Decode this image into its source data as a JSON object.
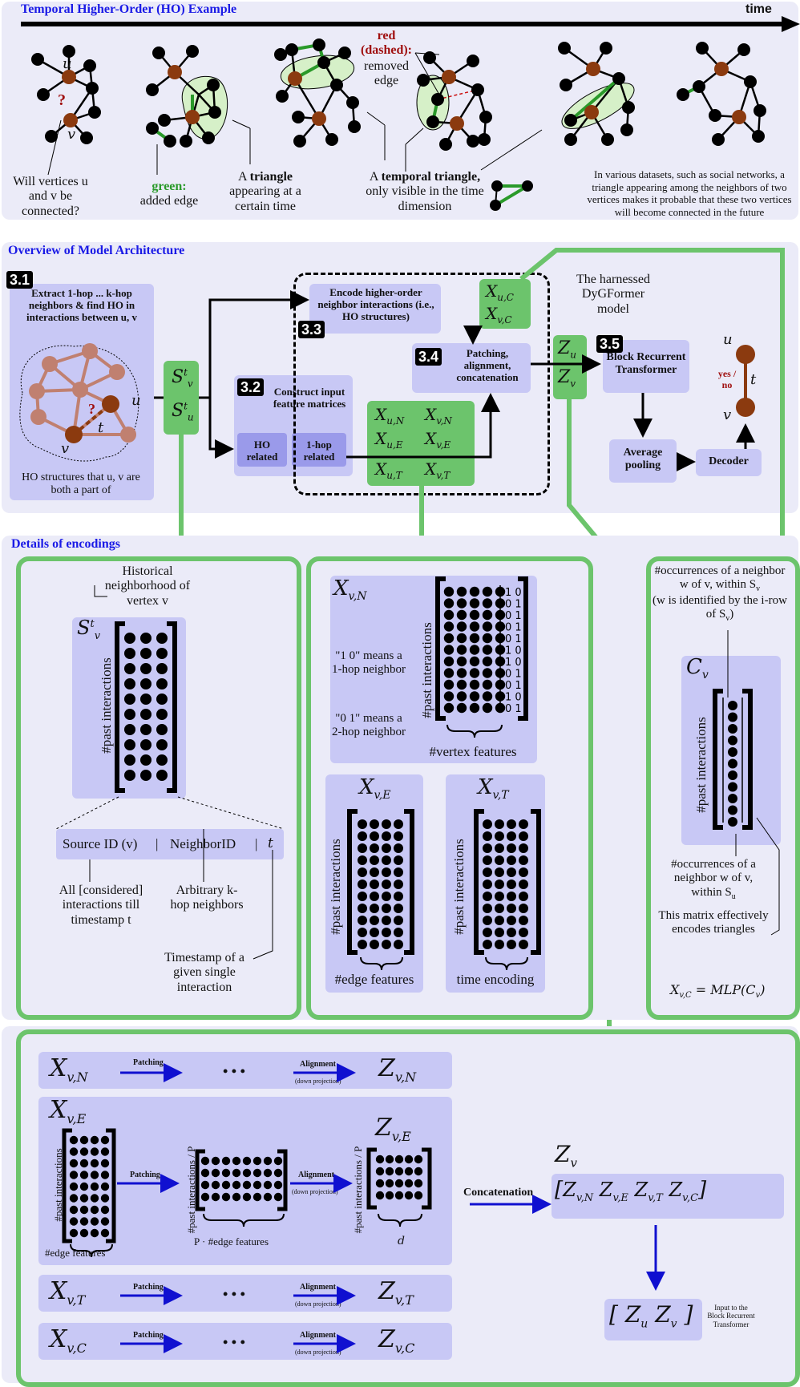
{
  "colors": {
    "panel": "#ebebf8",
    "box": "#c8c8f5",
    "green": "#6cc46c",
    "title": "#1a1ae6",
    "red": "#a01010",
    "brown": "#8b3a0f",
    "node": "#000000"
  },
  "ho": {
    "title": "Temporal Higher-Order (HO) Example",
    "time": "time",
    "u": "u",
    "v": "v",
    "q": "?",
    "q1": "Will vertices u and v be connected?",
    "green_label": "green:",
    "green_desc": "added edge",
    "tri_a": "A ",
    "tri_b": "triangle",
    "tri_c": "appearing at a certain time",
    "red_label": "red (dashed):",
    "red_desc": "removed edge",
    "temp_a": "A ",
    "temp_b": "temporal triangle,",
    "temp_c": "only visible in the time dimension",
    "note": "In various datasets, such as social networks, a triangle appearing among the neighbors of two vertices makes it probable that these two vertices will become connected in the future"
  },
  "overview": {
    "title": "Overview of Model Architecture",
    "b31": "3.1",
    "b32": "3.2",
    "b33": "3.3",
    "b34": "3.4",
    "b35": "3.5",
    "extract": "Extract 1-hop ... k-hop neighbors & find HO in interactions between u, v",
    "ho_struct": "HO structures that u, v are both a part of",
    "u": "u",
    "v": "v",
    "t": "t",
    "q": "?",
    "svt": "S",
    "sut": "S",
    "construct": "Construct input feature matrices",
    "ho_related": "HO related",
    "hop_related": "1-hop related",
    "encode": "Encode higher-order neighbor interactions (i.e., HO structures)",
    "patch": "Patching, alignment, concatenation",
    "harness": "The harnessed DyGFormer model",
    "brt": "Block Recurrent Transformer",
    "avg": "Average pooling",
    "decoder": "Decoder",
    "yesno": "yes / no",
    "xuc": "X",
    "xvc": "X",
    "zu": "Z",
    "zv": "Z",
    "xun": "X",
    "xvn": "X",
    "xue": "X",
    "xve": "X",
    "xut": "X",
    "xvt": "X"
  },
  "details": {
    "title": "Details of encodings",
    "hist": "Historical neighborhood of vertex v",
    "past": "#past interactions",
    "src": "Source ID (v)",
    "sep": "|",
    "nid": "NeighborID",
    "tt": "t",
    "all": "All [considered] interactions till timestamp t",
    "arb": "Arbitrary k-hop neighbors",
    "ts": "Timestamp of a given single interaction",
    "xvn": "X",
    "onehop": "\"1 0\" means a 1-hop neighbor",
    "twohop": "\"0 1\" means a 2-hop neighbor",
    "vfeat": "#vertex features",
    "xve": "X",
    "xvt": "X",
    "efeat": "#edge features",
    "tenc": "time encoding",
    "occ1": "#occurrences of a neighbor w of v, within S",
    "occ1b": "(w is identified by the i-row of S",
    "cv": "C",
    "occ2": "#occurrences of a neighbor w of v, within S",
    "eff": "This matrix effectively encodes triangles",
    "mlp": "X",
    "bits": [
      "1 0",
      "0 1",
      "0 1",
      "0 1",
      "0 1",
      "1 0",
      "1 0",
      "0 1",
      "0 1",
      "1 0",
      "0 1"
    ]
  },
  "bottom": {
    "patching": "Patching",
    "alignment": "Alignment",
    "down": "(down projection)",
    "dots": "• • •",
    "past": "#past interactions",
    "pastp": "#past interactions / P",
    "efeat": "#edge features",
    "pfeat": "P · #edge features",
    "d": "d",
    "concat": "Concatenation",
    "input": "Input to the Block Recurrent Transformer"
  }
}
